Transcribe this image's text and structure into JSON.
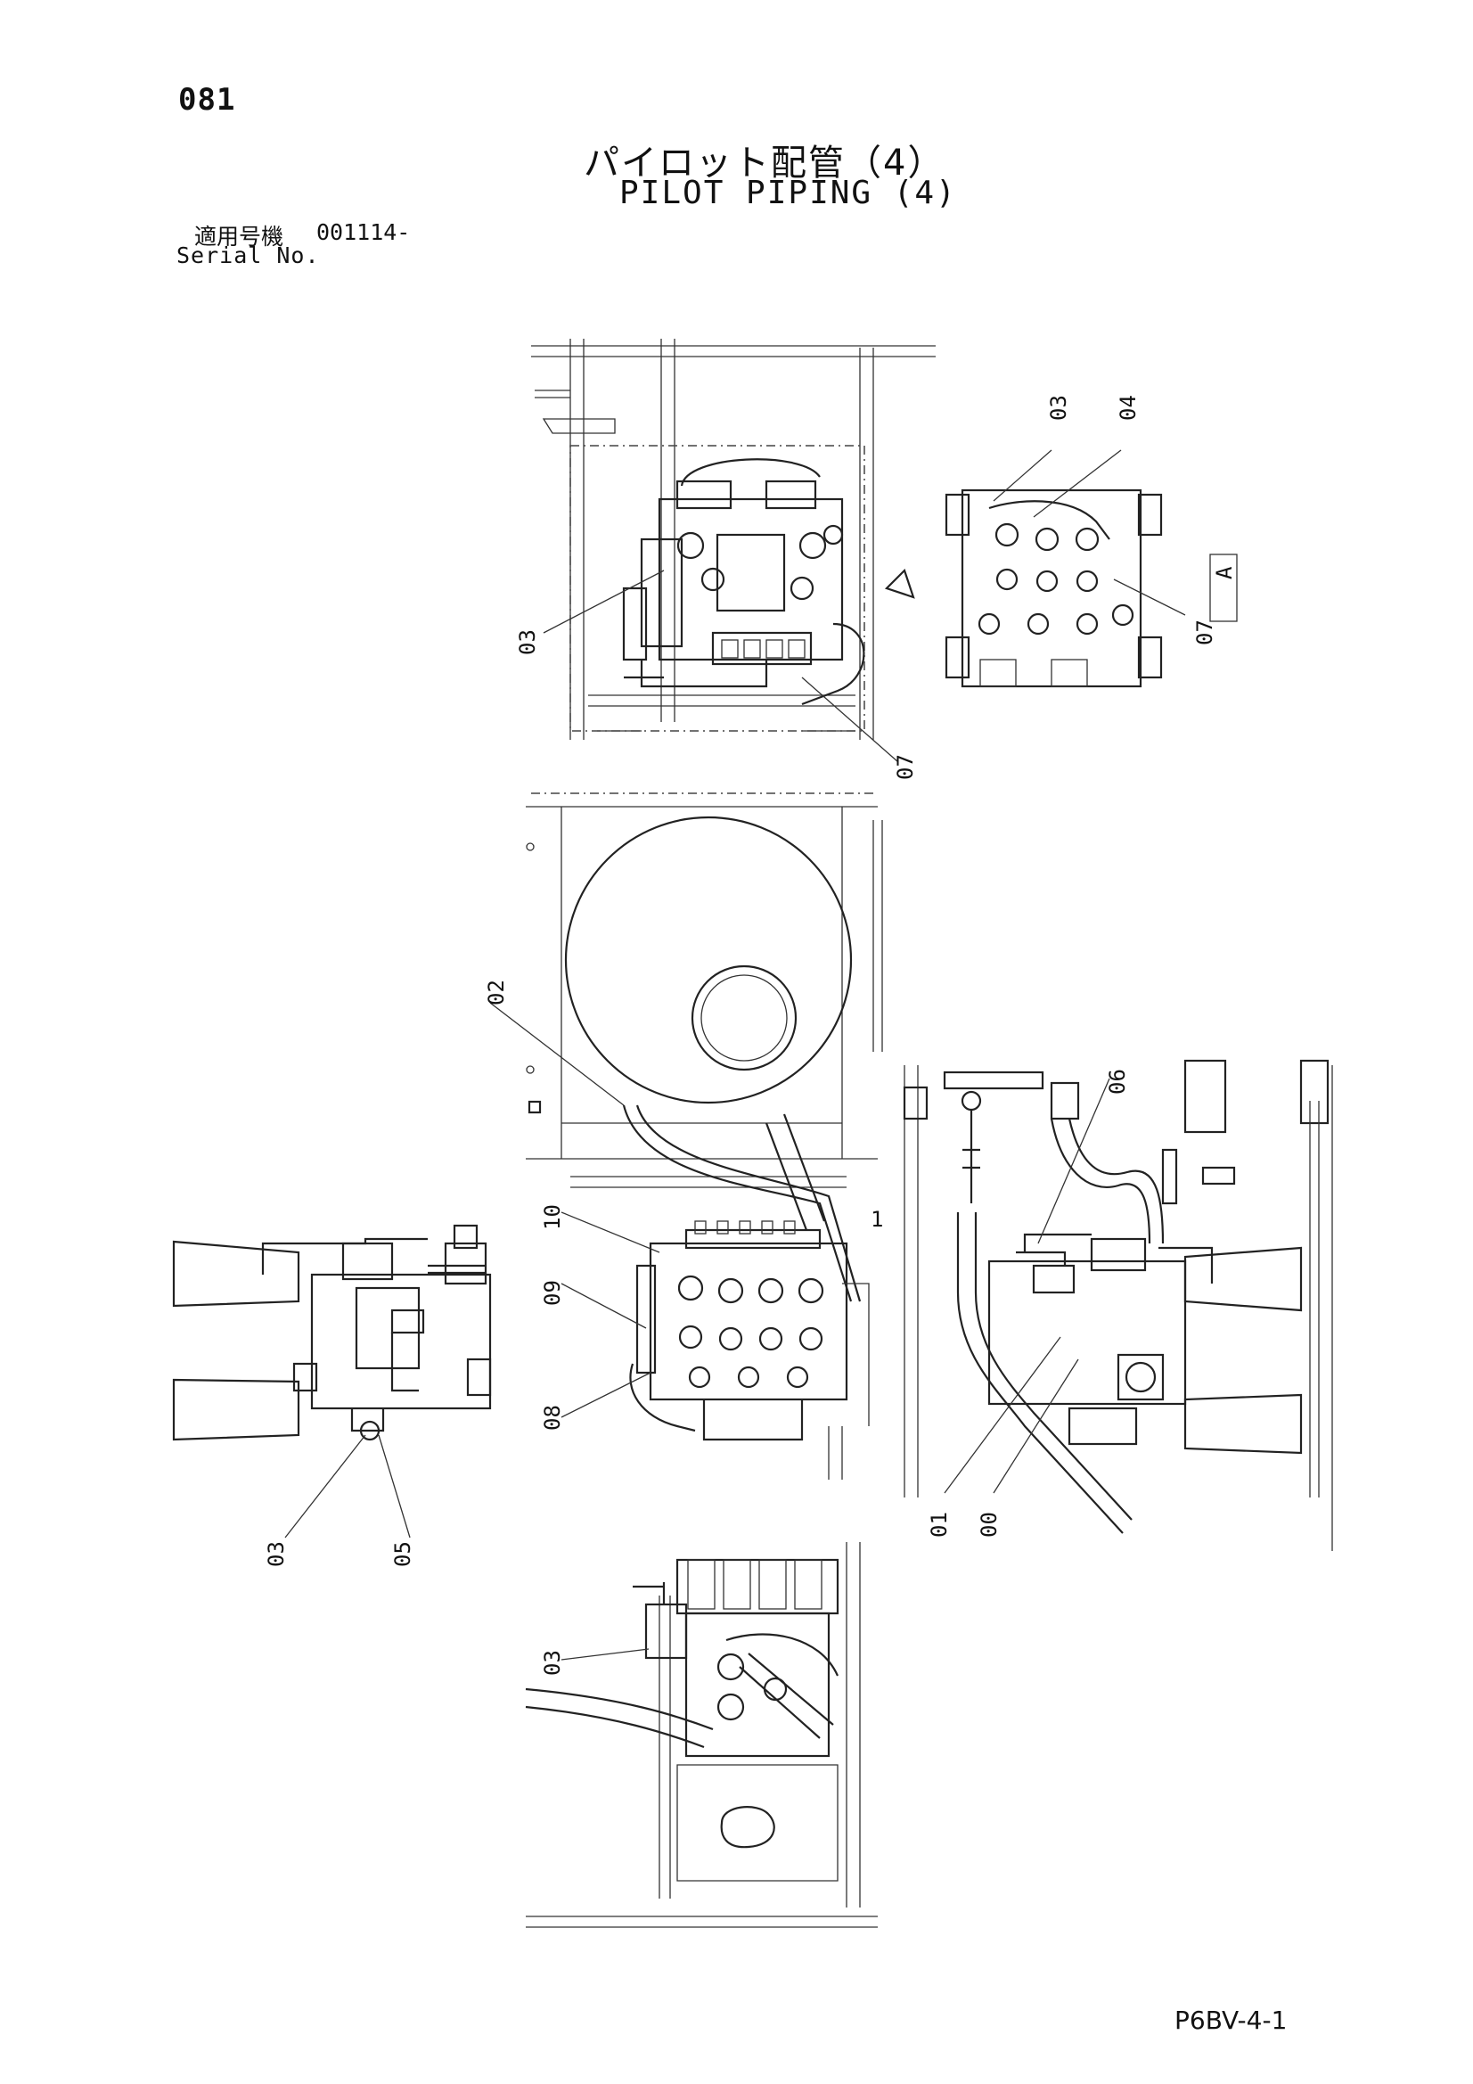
{
  "header": {
    "page_number": "081",
    "title_jp": "パイロット配管（4）",
    "title_en": "PILOT PIPING (4)"
  },
  "serial": {
    "label_jp": "適用号機",
    "value": "001114-",
    "label_en": "Serial No."
  },
  "footer": {
    "drawing_code": "P6BV-4-1"
  },
  "diagram": {
    "views": [
      {
        "id": "top-view",
        "callouts": [
          "03",
          "07"
        ]
      },
      {
        "id": "detail-view-a",
        "callouts": [
          "03",
          "04",
          "07"
        ],
        "view_label": "A"
      },
      {
        "id": "middle-view",
        "callouts": [
          "02",
          "10",
          "09",
          "08"
        ],
        "marker": "1"
      },
      {
        "id": "left-side-view",
        "callouts": [
          "03",
          "05"
        ]
      },
      {
        "id": "right-side-view",
        "callouts": [
          "06",
          "01",
          "00"
        ]
      },
      {
        "id": "bottom-view",
        "callouts": [
          "03"
        ]
      }
    ]
  },
  "colors": {
    "ink": "#111111",
    "paper": "#ffffff"
  }
}
